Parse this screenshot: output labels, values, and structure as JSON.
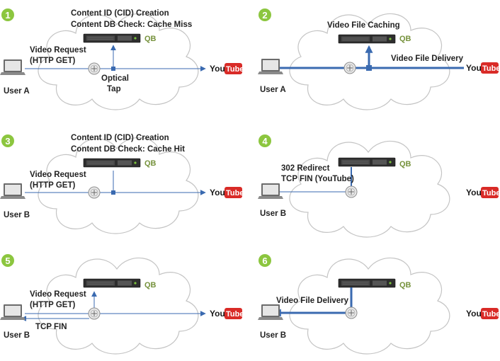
{
  "panels": [
    {
      "step": "1",
      "labels": {
        "cid": "Content ID (CID) Creation",
        "db_check": "Content DB Check: Cache Miss",
        "request_line1": "Video Request",
        "request_line2": "(HTTP GET)",
        "tap_line1": "Optical",
        "tap_line2": "Tap",
        "user": "User A",
        "qb": "QB"
      },
      "youtube": {
        "you": "You",
        "tube": "Tube"
      }
    },
    {
      "step": "2",
      "labels": {
        "caching": "Video File Caching",
        "delivery": "Video File Delivery",
        "user": "User A",
        "qb": "QB"
      },
      "youtube": {
        "you": "You",
        "tube": "Tube"
      }
    },
    {
      "step": "3",
      "labels": {
        "cid": "Content ID (CID) Creation",
        "db_check": "Content DB Check: Cache Hit",
        "request_line1": "Video Request",
        "request_line2": "(HTTP GET)",
        "user": "User B",
        "qb": "QB"
      },
      "youtube": {
        "you": "You",
        "tube": "Tube"
      }
    },
    {
      "step": "4",
      "labels": {
        "redirect_line1": "302 Redirect",
        "redirect_line2": "TCP FIN (YouTube)",
        "user": "User B",
        "qb": "QB"
      },
      "youtube": {
        "you": "You",
        "tube": "Tube"
      }
    },
    {
      "step": "5",
      "labels": {
        "request_line1": "Video Request",
        "request_line2": "(HTTP GET)",
        "tcp_fin": "TCP FIN",
        "user": "User B",
        "qb": "QB"
      },
      "youtube": {
        "you": "You",
        "tube": "Tube"
      }
    },
    {
      "step": "6",
      "labels": {
        "delivery": "Video File Delivery",
        "user": "User B",
        "qb": "QB"
      },
      "youtube": {
        "you": "You",
        "tube": "Tube"
      }
    }
  ],
  "colors": {
    "step_badge": "#8cc63f",
    "arrow": "#3a6ab0",
    "qb_text": "#76923c",
    "youtube_red": "#d92b27",
    "cloud_stroke": "#c4c4c4"
  },
  "icons": [
    "laptop-icon",
    "qb-server-icon",
    "network-tap-icon",
    "youtube-logo",
    "cloud-shape",
    "step-badge"
  ]
}
